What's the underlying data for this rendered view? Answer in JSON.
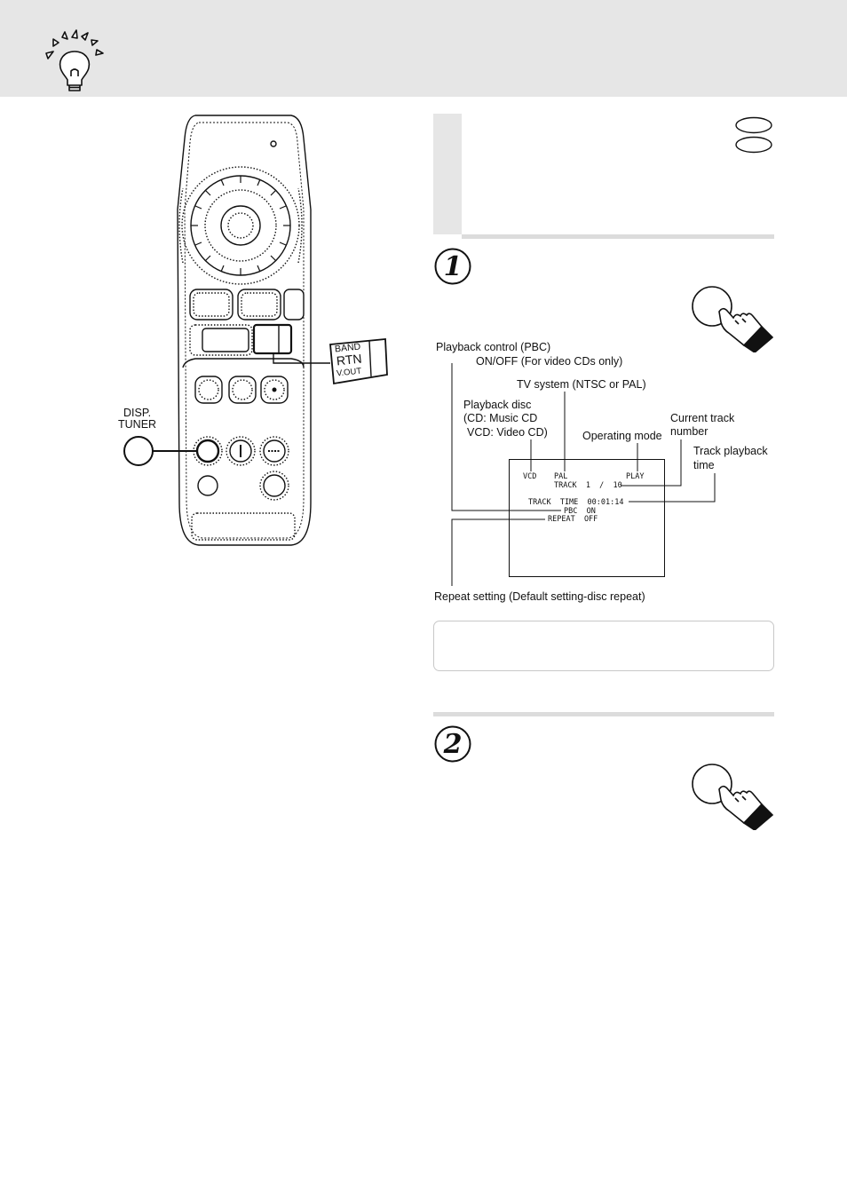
{
  "remote": {
    "label_band": "BAND",
    "label_rtn": "RTN",
    "label_vout": "V.OUT",
    "label_disp": "DISP.",
    "label_tuner": "TUNER"
  },
  "step1": {
    "number": "1"
  },
  "step2": {
    "number": "2"
  },
  "callouts": {
    "pbc_line1": "Playback control (PBC)",
    "pbc_line2": "ON/OFF (For video CDs only)",
    "tv_system": "TV system (NTSC or PAL)",
    "playback_disc_line1": "Playback disc",
    "playback_disc_line2": "(CD: Music CD",
    "playback_disc_line3": "VCD: Video CD)",
    "operating_mode": "Operating mode",
    "current_track_line1": "Current track",
    "current_track_line2": "number",
    "track_time_line1": "Track playback",
    "track_time_line2": "time",
    "repeat_setting": "Repeat setting (Default setting-disc repeat)"
  },
  "osd": {
    "disc": "VCD",
    "tv_system": "PAL",
    "mode": "PLAY",
    "track": "TRACK  1  /  10",
    "track_time": "TRACK  TIME  00:01:14",
    "pbc": "PBC  ON",
    "repeat": "REPEAT  OFF"
  }
}
